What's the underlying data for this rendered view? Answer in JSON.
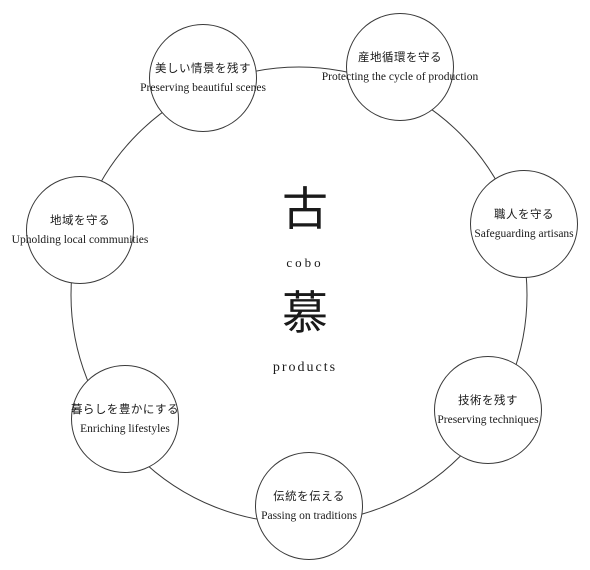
{
  "center": {
    "kanji_top": "古",
    "romaji": "cobo",
    "kanji_bottom": "慕",
    "tagline": "products"
  },
  "values": [
    {
      "jp": "美しい情景を残す",
      "en": "Preserving beautiful scenes"
    },
    {
      "jp": "産地循環を守る",
      "en": "Protecting the cycle of production"
    },
    {
      "jp": "職人を守る",
      "en": "Safeguarding artisans"
    },
    {
      "jp": "地域を守る",
      "en": "Upholding local communities"
    },
    {
      "jp": "暮らしを豊かにする",
      "en": "Enriching lifestyles"
    },
    {
      "jp": "技術を残す",
      "en": "Preserving techniques"
    },
    {
      "jp": "伝統を伝える",
      "en": "Passing on traditions"
    }
  ],
  "colors": {
    "line": "#3a3a3a",
    "text": "#1a1a1a",
    "background": "#ffffff"
  }
}
